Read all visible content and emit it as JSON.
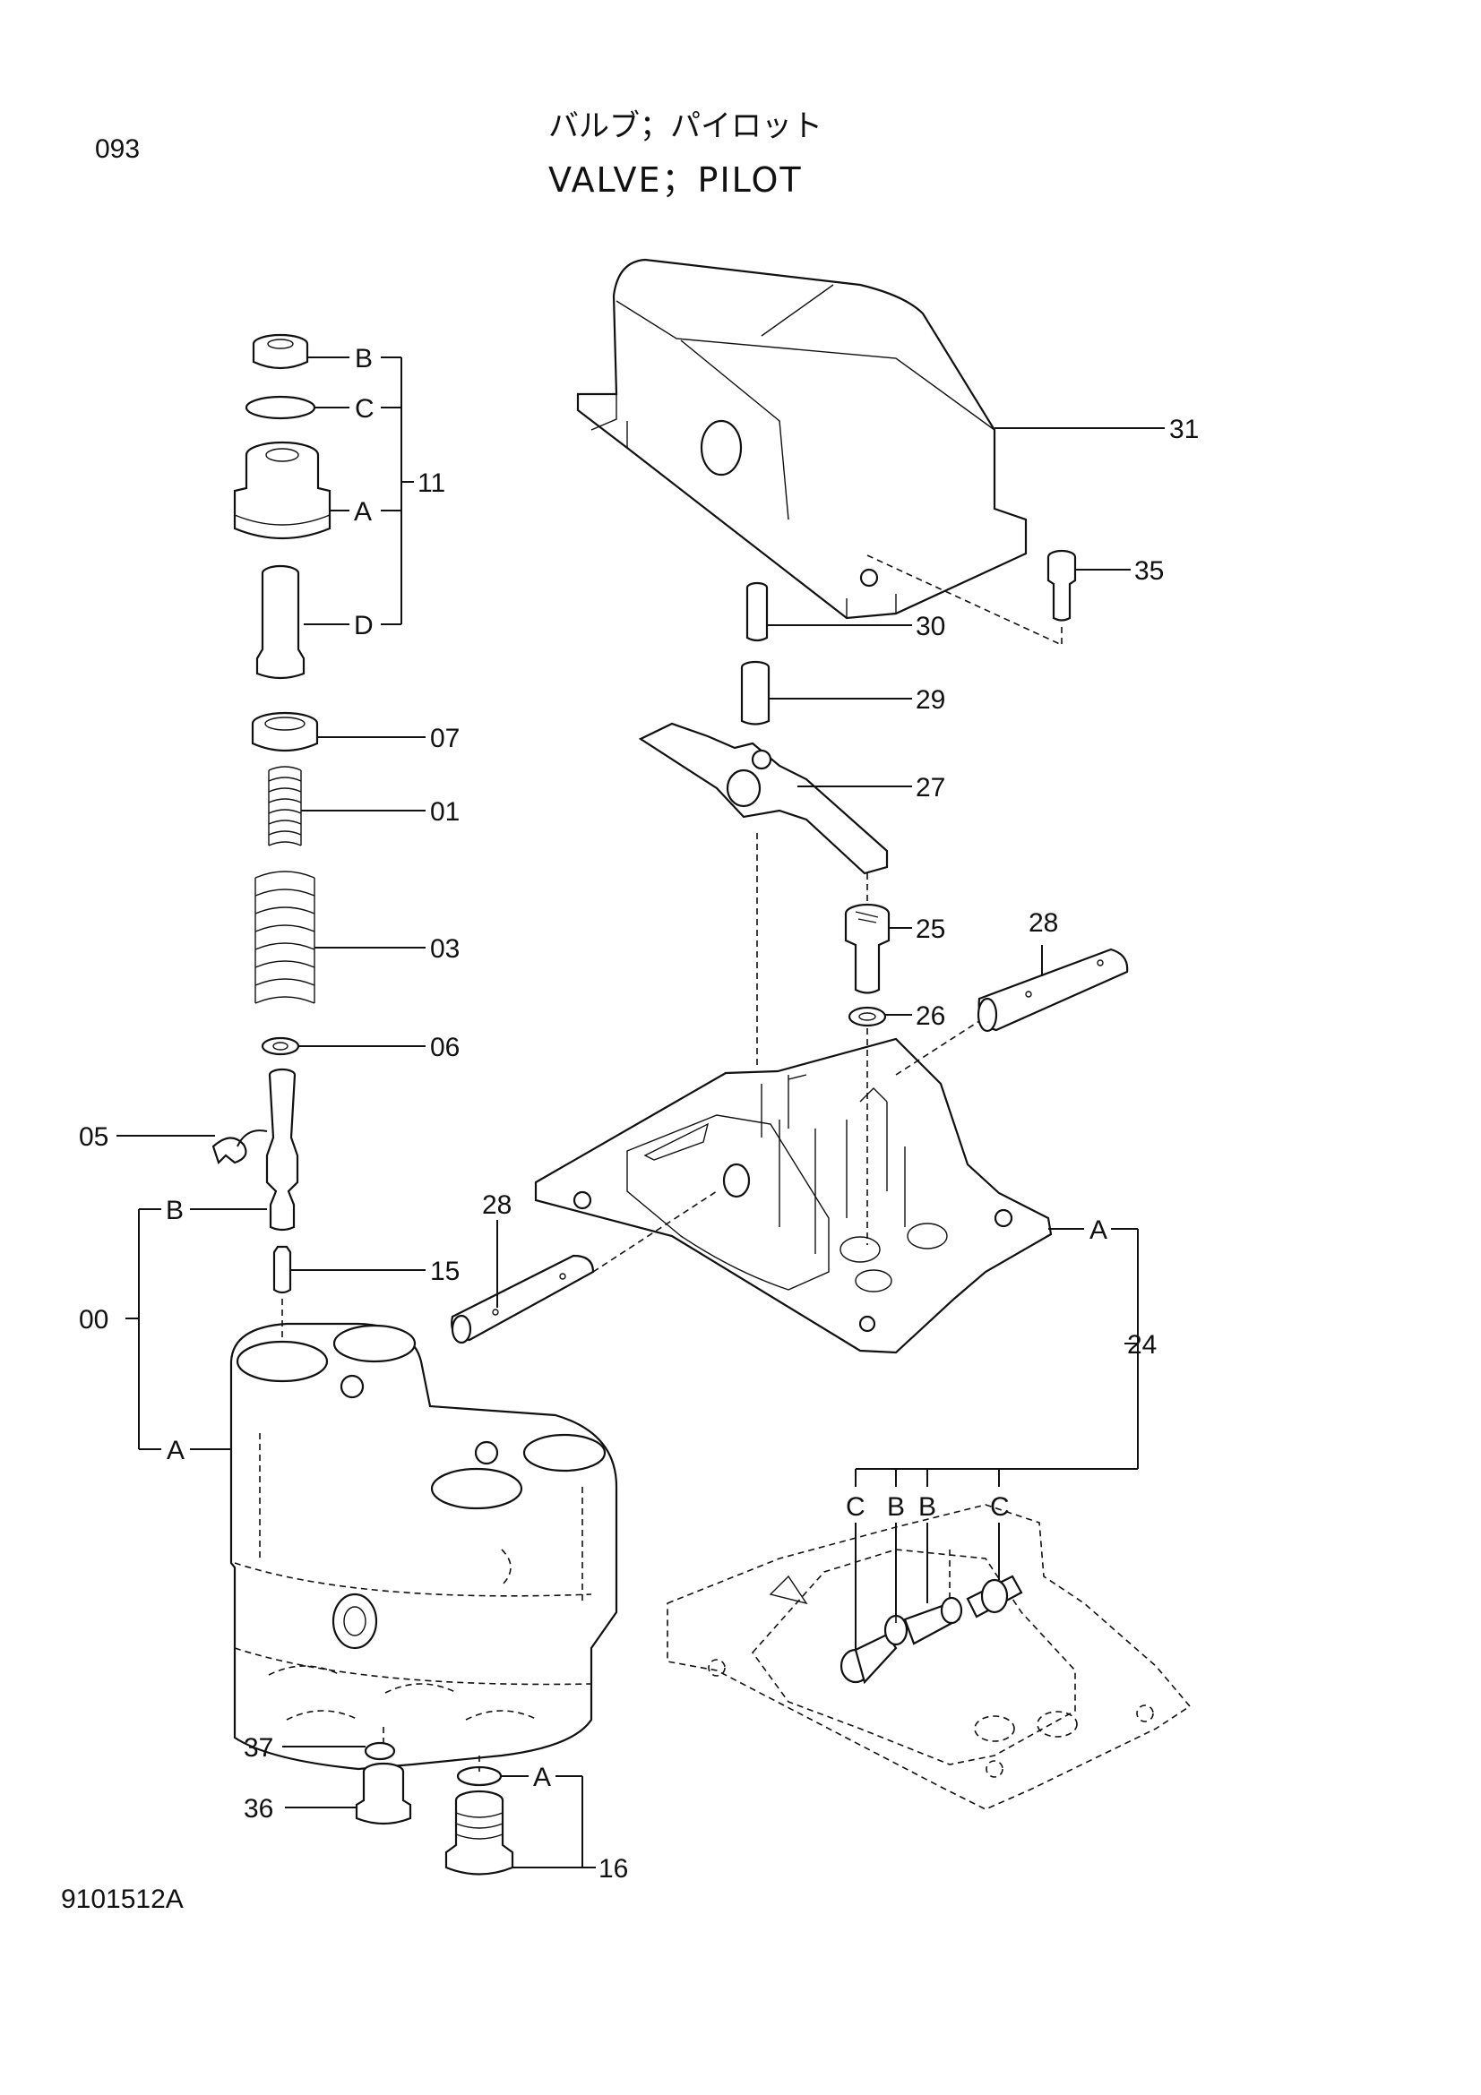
{
  "page": {
    "page_number": "093",
    "title_jp": "バルブ；パイロット",
    "title_en": "VALVE；PILOT",
    "drawing_code": "9101512A"
  },
  "callouts": {
    "c11": "11",
    "c11_b": "B",
    "c11_c": "C",
    "c11_a": "A",
    "c11_d": "D",
    "c07": "07",
    "c01": "01",
    "c03": "03",
    "c06": "06",
    "c05": "05",
    "c00": "00",
    "c00_b": "B",
    "c00_a": "A",
    "c15": "15",
    "c37": "37",
    "c36": "36",
    "c16": "16",
    "c16_a": "A",
    "c31": "31",
    "c35": "35",
    "c30": "30",
    "c29": "29",
    "c27": "27",
    "c25": "25",
    "c26": "26",
    "c28_top": "28",
    "c28_left": "28",
    "c24": "24",
    "c24_a": "A",
    "c24_c1": "C",
    "c24_b1": "B",
    "c24_b2": "B",
    "c24_c2": "C"
  }
}
